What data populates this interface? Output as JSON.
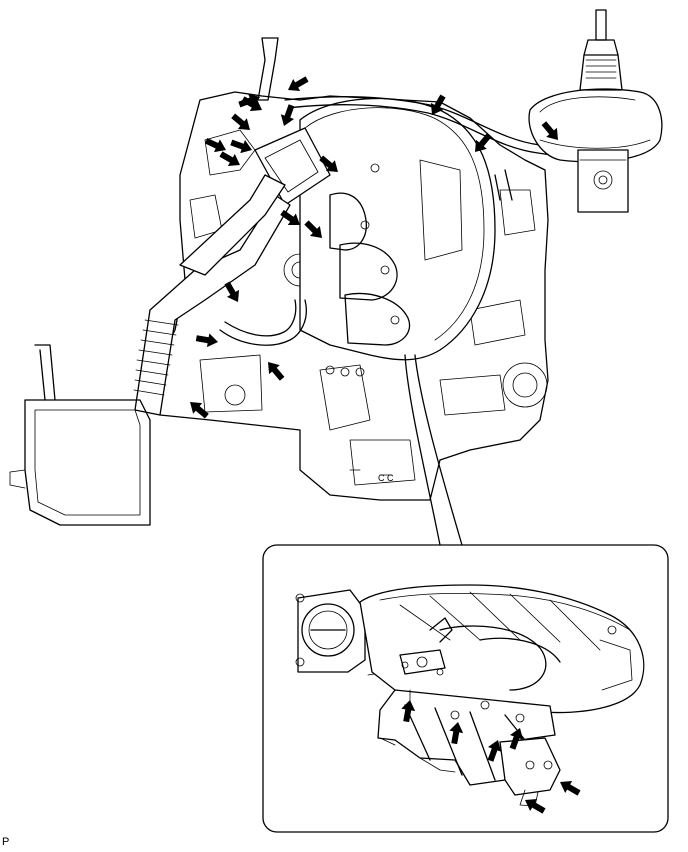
{
  "figure": {
    "corner_label": "P",
    "colors": {
      "line": "#000000",
      "background": "#ffffff",
      "arrow": "#000000"
    },
    "main_view": {
      "arrow_count": 18
    },
    "detail_view": {
      "arrow_count": 6
    }
  }
}
